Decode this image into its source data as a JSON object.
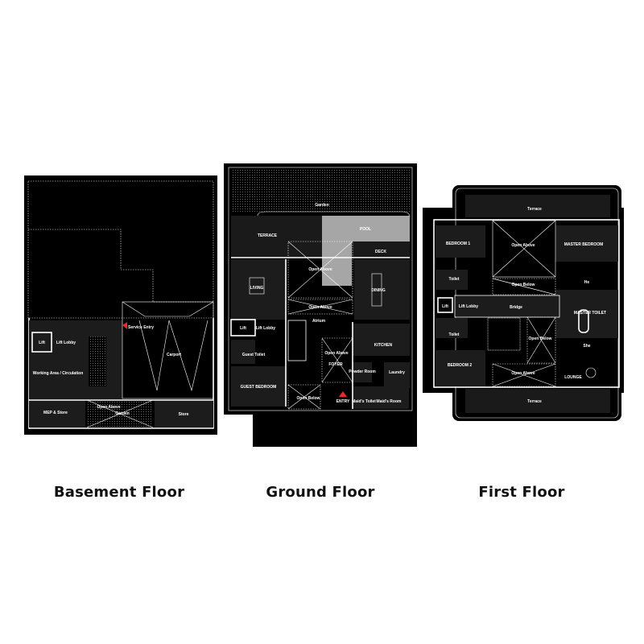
{
  "colors": {
    "plan_background": "#000000",
    "walls": "#ffffff",
    "rooms": "#1c1c1c",
    "pool": "#a6a6a6",
    "entry_marker": "#e52b2b"
  },
  "plans": [
    {
      "caption": "Basement Floor",
      "rooms": [
        "Lift",
        "Lift Lobby",
        "Working Area / Circulation",
        "Service Entry",
        "Carport",
        "MEP & Store",
        "Open Above",
        "Garden",
        "Store"
      ]
    },
    {
      "caption": "Ground Floor",
      "rooms": [
        "Garden",
        "TERRACE",
        "POOL",
        "DECK",
        "Open Above",
        "LIVING",
        "DINING",
        "Open Above",
        "Atrium",
        "Lift",
        "Lift Lobby",
        "Guest Toilet",
        "KITCHEN",
        "Open Above",
        "FOYER",
        "Powder Room",
        "Laundry",
        "GUEST BEDROOM",
        "Open Below",
        "ENTRY",
        "Maid's Toilet",
        "Maid's Room"
      ]
    },
    {
      "caption": "First Floor",
      "rooms": [
        "Terrace",
        "BEDROOM 1",
        "Open Above",
        "MASTER BEDROOM",
        "Toilet",
        "Open Below",
        "He",
        "Lift",
        "Lift Lobby",
        "Bridge",
        "MASTER TOILET",
        "Toilet",
        "Open Below",
        "BEDROOM 2",
        "She",
        "Open Above",
        "LOUNGE",
        "Terrace"
      ]
    }
  ]
}
